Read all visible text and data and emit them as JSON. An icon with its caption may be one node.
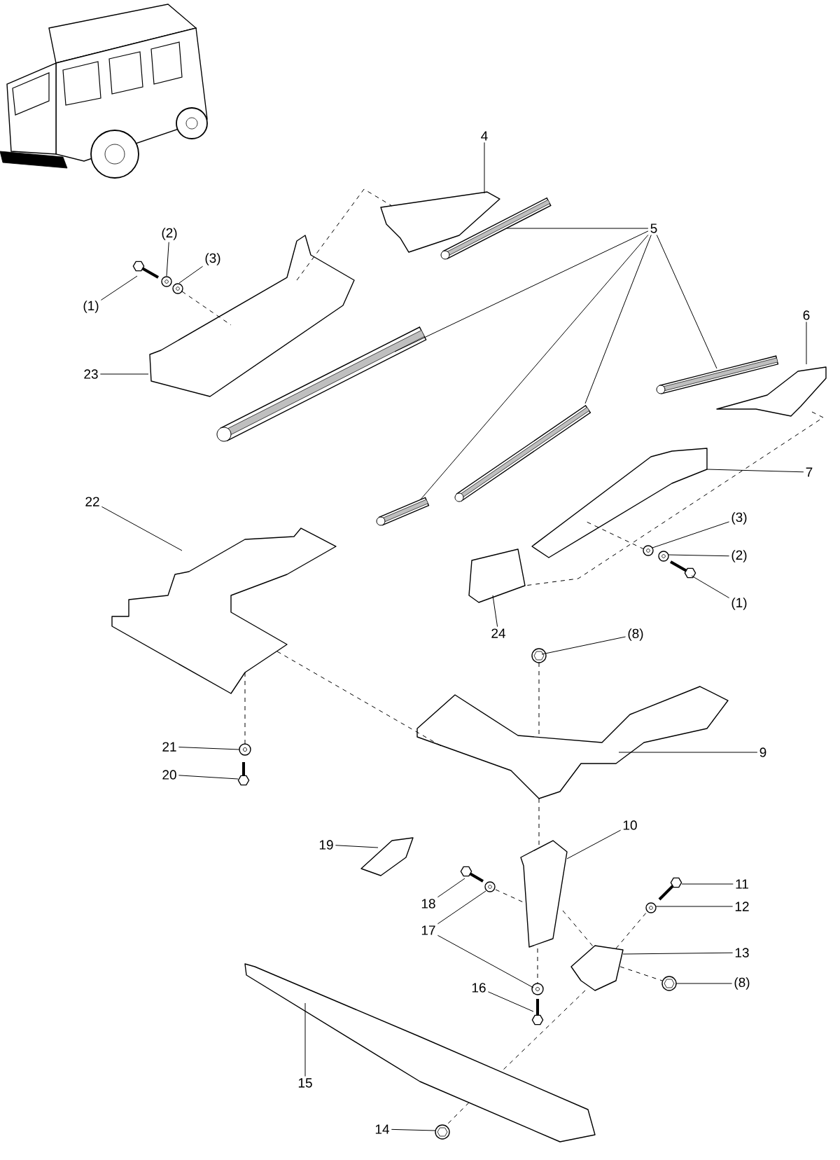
{
  "diagram": {
    "nodes": [
      {
        "text": [
          "(1)"
        ]
      },
      {
        "text": [],
        "shape": "picture"
      },
      {
        "text": [
          "(2)"
        ]
      },
      {
        "text": [],
        "shape": "picture"
      },
      {
        "text": [
          "(3)"
        ]
      },
      {
        "text": [],
        "shape": "picture"
      },
      {
        "text": [
          "23"
        ]
      },
      {
        "text": [],
        "shape": "picture"
      },
      {
        "text": [
          "4"
        ]
      },
      {
        "text": [],
        "shape": "picture"
      },
      {
        "text": [
          "5"
        ]
      },
      {
        "text": [],
        "shape": "picture"
      },
      {
        "text": [],
        "shape": "picture"
      },
      {
        "text": [],
        "shape": "picture"
      },
      {
        "text": [],
        "shape": "picture"
      },
      {
        "text": [],
        "shape": "picture"
      },
      {
        "text": [
          "6"
        ]
      },
      {
        "text": [],
        "shape": "picture"
      },
      {
        "text": [
          "7"
        ]
      },
      {
        "text": [],
        "shape": "picture"
      },
      {
        "text": [
          "(3)"
        ]
      },
      {
        "text": [],
        "shape": "picture"
      },
      {
        "text": [
          "(2)"
        ]
      },
      {
        "text": [],
        "shape": "picture"
      },
      {
        "text": [
          "(1)"
        ]
      },
      {
        "text": [],
        "shape": "picture"
      },
      {
        "text": [
          "22"
        ]
      },
      {
        "text": [],
        "shape": "picture"
      },
      {
        "text": [
          "24"
        ]
      },
      {
        "text": [],
        "shape": "picture"
      },
      {
        "text": [
          "(8)"
        ]
      },
      {
        "text": [],
        "shape": "picture"
      },
      {
        "text": [
          "21"
        ]
      },
      {
        "text": [],
        "shape": "picture"
      },
      {
        "text": [
          "20"
        ]
      },
      {
        "text": [],
        "shape": "picture"
      },
      {
        "text": [
          "9"
        ]
      },
      {
        "text": [],
        "shape": "picture"
      },
      {
        "text": [
          "10"
        ]
      },
      {
        "text": [],
        "shape": "picture"
      },
      {
        "text": [
          "19"
        ]
      },
      {
        "text": [],
        "shape": "picture"
      },
      {
        "text": [
          "11"
        ]
      },
      {
        "text": [],
        "shape": "picture"
      },
      {
        "text": [
          "12"
        ]
      },
      {
        "text": [],
        "shape": "picture"
      },
      {
        "text": [
          "18"
        ]
      },
      {
        "text": [],
        "shape": "picture"
      },
      {
        "text": [
          "17"
        ]
      },
      {
        "text": [],
        "shape": "picture"
      },
      {
        "text": [
          "13"
        ]
      },
      {
        "text": [],
        "shape": "picture"
      },
      {
        "text": [
          "(8)"
        ]
      },
      {
        "text": [],
        "shape": "picture"
      },
      {
        "text": [
          "16"
        ]
      },
      {
        "text": [],
        "shape": "picture"
      },
      {
        "text": [],
        "shape": "picture"
      },
      {
        "text": [
          "15"
        ]
      },
      {
        "text": [],
        "shape": "picture"
      },
      {
        "text": [
          "14"
        ]
      },
      {
        "text": [],
        "shape": "picture"
      }
    ],
    "edges": [
      {
        "from": 0,
        "to": 1,
        "arrow": "none"
      },
      {
        "from": 2,
        "to": 3,
        "arrow": "none"
      },
      {
        "from": 4,
        "to": 5,
        "arrow": "none"
      },
      {
        "from": 6,
        "to": 7,
        "arrow": "none"
      },
      {
        "from": 8,
        "to": 9,
        "arrow": "none"
      },
      {
        "from": 10,
        "to": 11,
        "arrow": "none"
      },
      {
        "from": 10,
        "to": 12,
        "arrow": "none"
      },
      {
        "from": 10,
        "to": 13,
        "arrow": "none"
      },
      {
        "from": 10,
        "to": 14,
        "arrow": "none"
      },
      {
        "from": 10,
        "to": 15,
        "arrow": "none"
      },
      {
        "from": 16,
        "to": 17,
        "arrow": "none"
      },
      {
        "from": 18,
        "to": 19,
        "arrow": "none"
      },
      {
        "from": 20,
        "to": 21,
        "arrow": "none"
      },
      {
        "from": 22,
        "to": 23,
        "arrow": "none"
      },
      {
        "from": 24,
        "to": 25,
        "arrow": "none"
      },
      {
        "from": 26,
        "to": 27,
        "arrow": "none"
      },
      {
        "from": 28,
        "to": 29,
        "arrow": "none"
      },
      {
        "from": 30,
        "to": 31,
        "arrow": "none"
      },
      {
        "from": 32,
        "to": 33,
        "arrow": "none"
      },
      {
        "from": 34,
        "to": 35,
        "arrow": "none"
      },
      {
        "from": 36,
        "to": 37,
        "arrow": "none"
      },
      {
        "from": 38,
        "to": 39,
        "arrow": "none"
      },
      {
        "from": 40,
        "to": 41,
        "arrow": "none"
      },
      {
        "from": 42,
        "to": 43,
        "arrow": "none"
      },
      {
        "from": 44,
        "to": 45,
        "arrow": "none"
      },
      {
        "from": 46,
        "to": 47,
        "arrow": "none"
      },
      {
        "from": 48,
        "to": 49,
        "arrow": "none"
      },
      {
        "from": 48,
        "to": 55,
        "arrow": "none"
      },
      {
        "from": 50,
        "to": 51,
        "arrow": "none"
      },
      {
        "from": 52,
        "to": 53,
        "arrow": "none"
      },
      {
        "from": 54,
        "to": 56,
        "arrow": "none"
      },
      {
        "from": 57,
        "to": 58,
        "arrow": "none"
      },
      {
        "from": 59,
        "to": 60,
        "arrow": "none"
      },
      {
        "from": 5,
        "to": 7,
        "arrow": "none",
        "style": "dashed"
      },
      {
        "from": 7,
        "to": 9,
        "arrow": "none",
        "style": "dashed"
      },
      {
        "from": 17,
        "to": 29,
        "arrow": "none",
        "style": "dashed"
      },
      {
        "from": 21,
        "to": 19,
        "arrow": "none",
        "style": "dashed"
      },
      {
        "from": 27,
        "to": 37,
        "arrow": "none",
        "style": "dashed"
      },
      {
        "from": 27,
        "to": 33,
        "arrow": "none",
        "style": "dashed"
      },
      {
        "from": 31,
        "to": 37,
        "arrow": "none",
        "style": "dashed"
      },
      {
        "from": 37,
        "to": 39,
        "arrow": "none",
        "style": "dashed"
      },
      {
        "from": 49,
        "to": 39,
        "arrow": "none",
        "style": "dashed"
      },
      {
        "from": 39,
        "to": 51,
        "arrow": "none",
        "style": "dashed"
      },
      {
        "from": 51,
        "to": 53,
        "arrow": "none",
        "style": "dashed"
      },
      {
        "from": 51,
        "to": 58,
        "arrow": "none",
        "style": "dashed"
      },
      {
        "from": 58,
        "to": 60,
        "arrow": "none",
        "style": "dashed"
      },
      {
        "from": 51,
        "to": 45,
        "arrow": "none",
        "style": "dashed"
      },
      {
        "from": 39,
        "to": 55,
        "arrow": "none",
        "style": "dashed"
      }
    ]
  }
}
